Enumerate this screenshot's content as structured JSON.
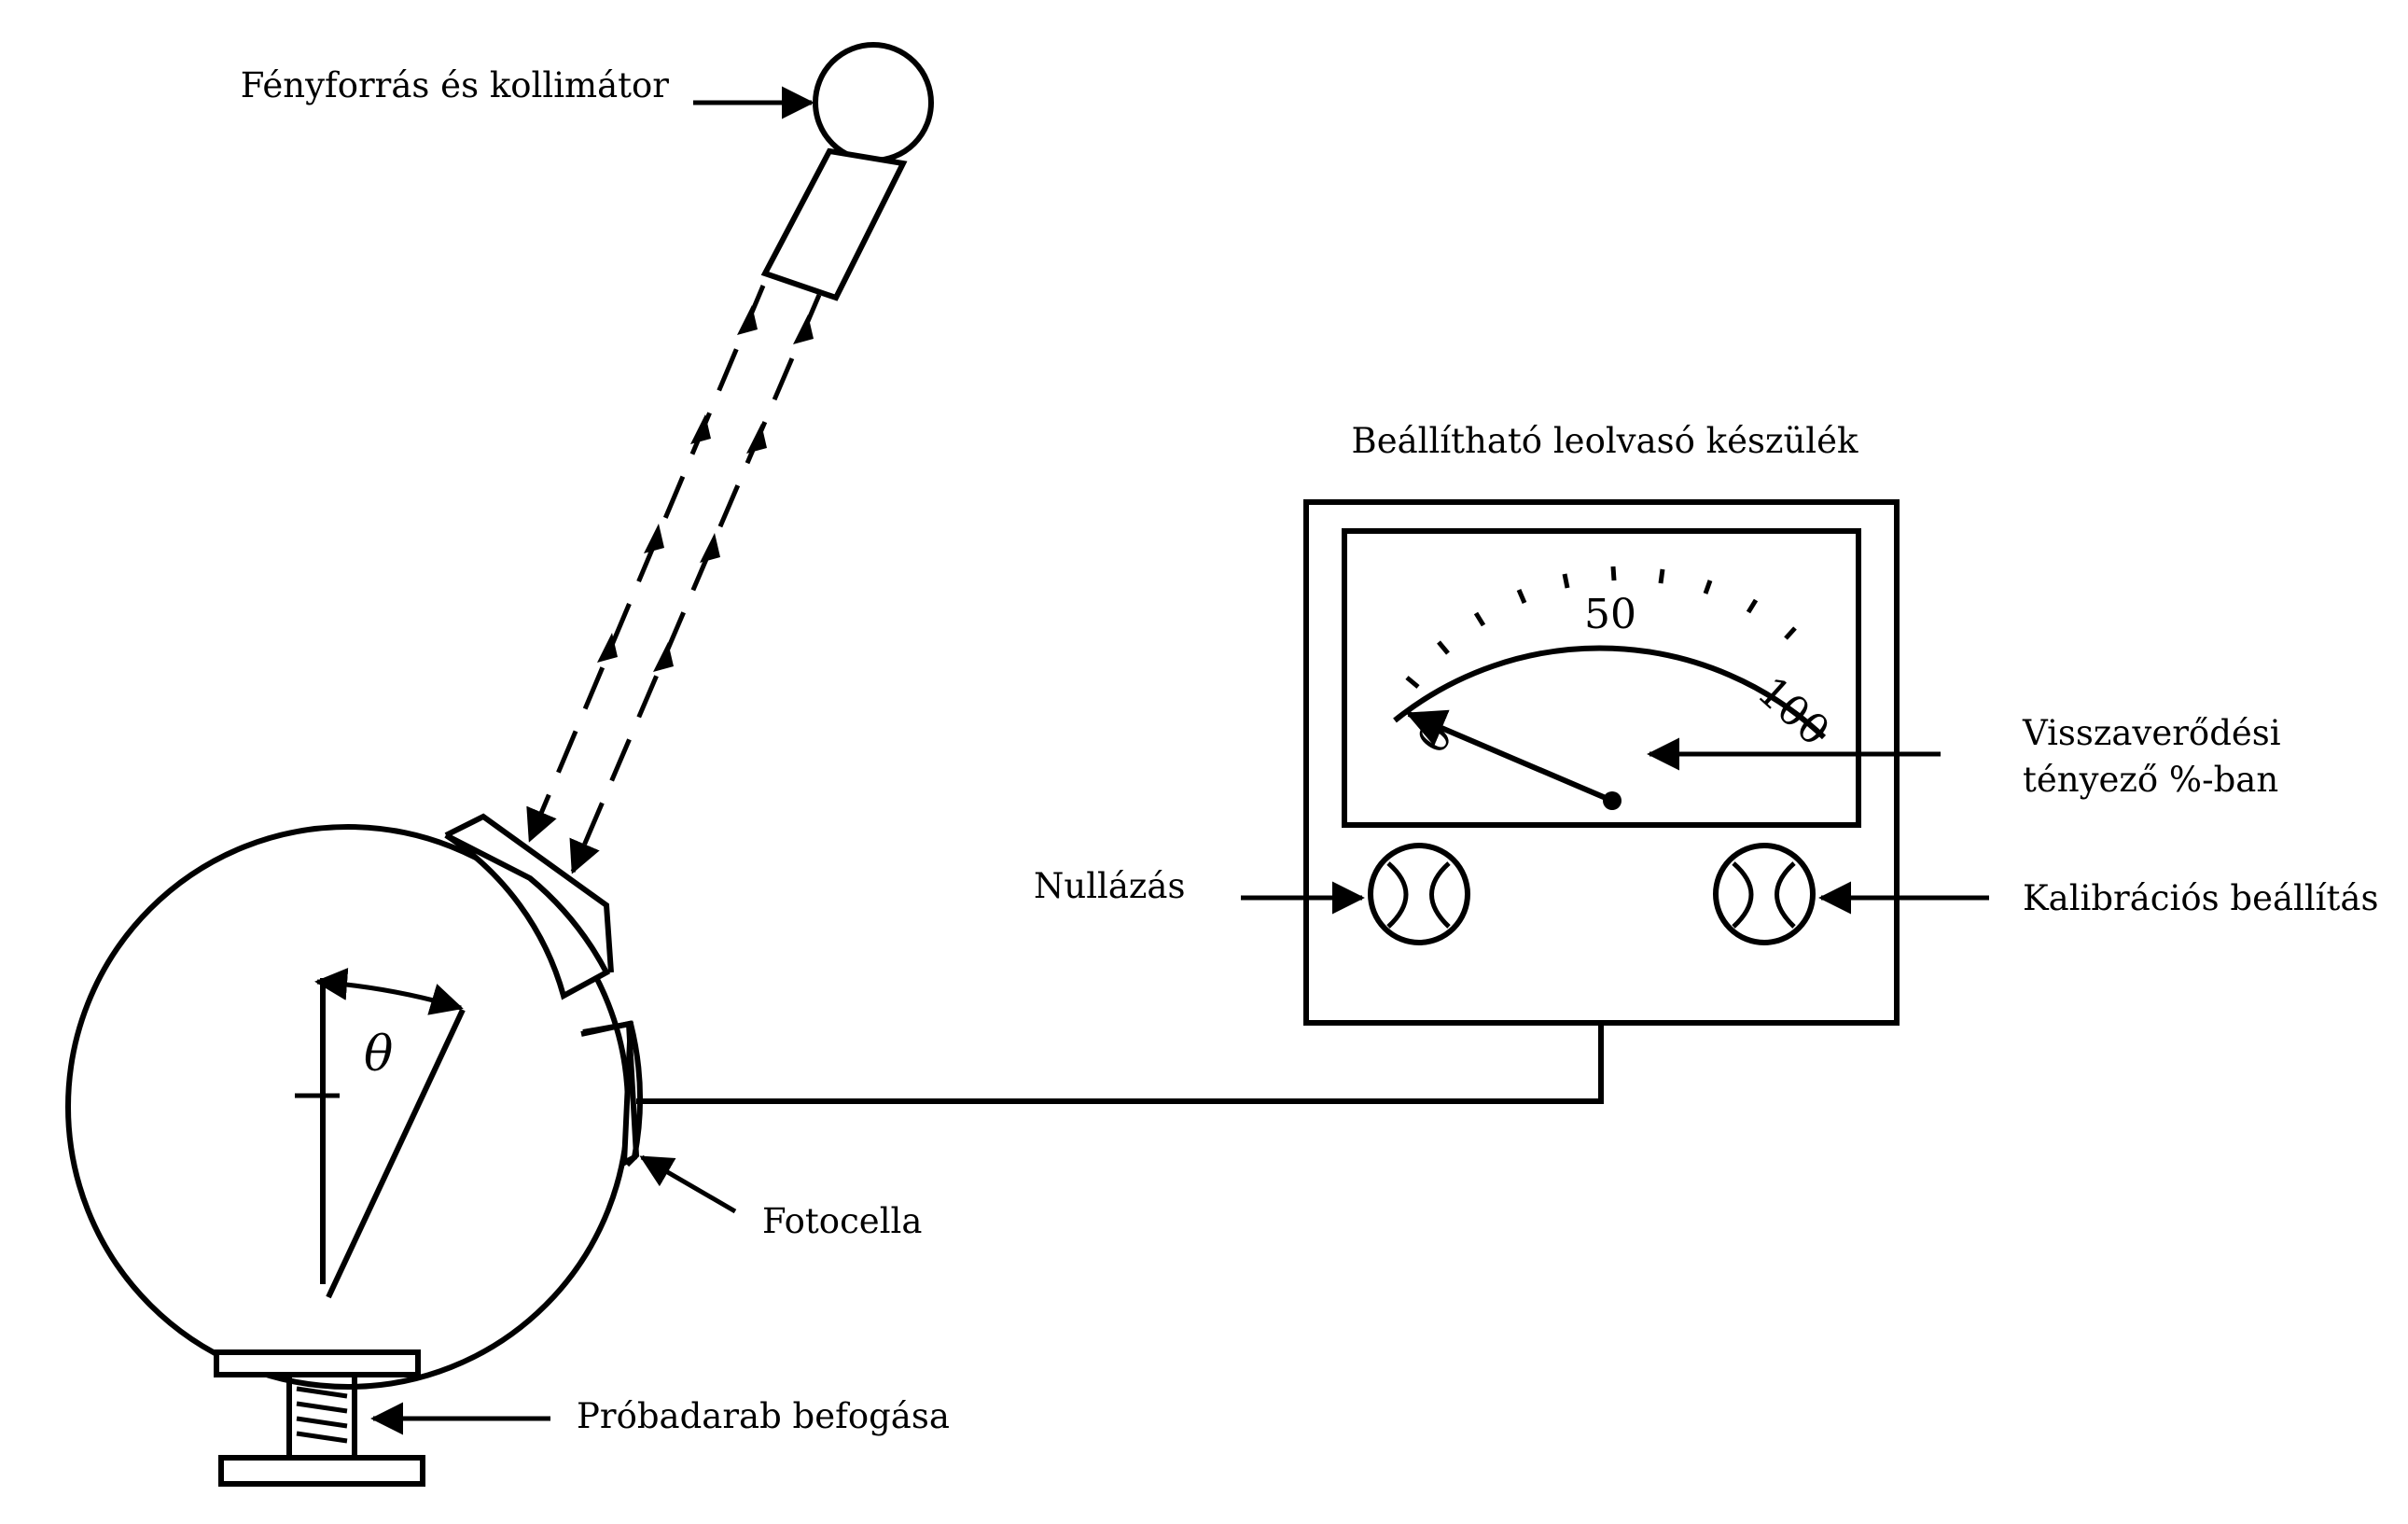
{
  "labels": {
    "light_source": "Fényforrás és kollimátor",
    "readout_device": "Beállítható leolvasó készülék",
    "reflectance": {
      "line1": "Visszaverődési",
      "line2": "tényező %-ban"
    },
    "zeroing": "Nullázás",
    "calibration": "Kalibrációs beállítás",
    "photocell": "Fotocella",
    "specimen_clamp": "Próbadarab befogása",
    "angle": "θ"
  },
  "meter": {
    "scale_labels": {
      "min": "0",
      "mid": "50",
      "max": "100"
    },
    "needle_value_percent": 0
  },
  "colors": {
    "ink": "#000000",
    "background": "#ffffff"
  }
}
